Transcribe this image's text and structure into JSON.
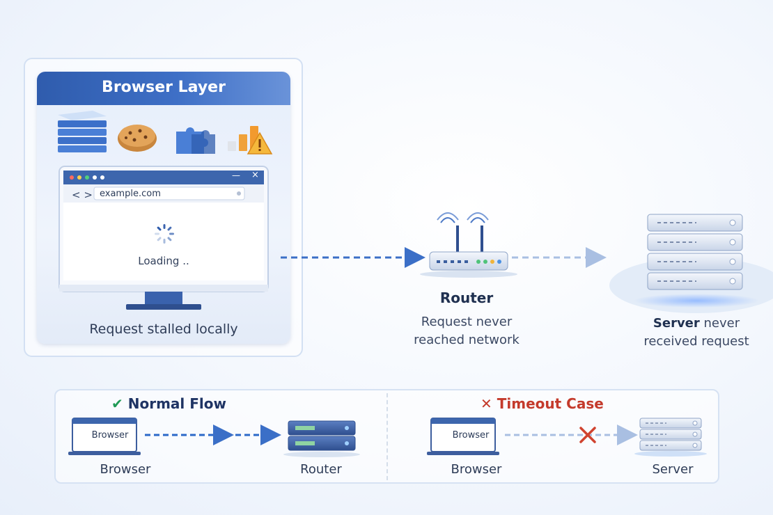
{
  "browser_layer": {
    "title": "Browser Layer",
    "url": "example.com",
    "loading_text": "Loading ..",
    "caption": "Request stalled locally",
    "window_min": "—",
    "window_close": "×",
    "icons": [
      "storage-stack-icon",
      "cookie-icon",
      "puzzle-extension-icon",
      "warning-icon"
    ]
  },
  "router": {
    "title": "Router",
    "caption_line1": "Request never",
    "caption_line2": "reached network"
  },
  "server": {
    "title_bold": "Server",
    "title_rest": " never",
    "caption_line2": "received request"
  },
  "legend": {
    "normal": {
      "heading": "Normal Flow",
      "check": "✔",
      "browser_screen_label": "Browser",
      "browser_caption": "Browser",
      "router_caption": "Router"
    },
    "timeout": {
      "heading": "Timeout Case",
      "cross": "✕",
      "browser_screen_label": "Browser",
      "browser_caption": "Browser",
      "server_caption": "Server"
    }
  },
  "colors": {
    "accent_blue": "#2f5cad",
    "arrow_blue": "#2b68c8",
    "error_red": "#d0432f",
    "success_green": "#1f9a55"
  }
}
